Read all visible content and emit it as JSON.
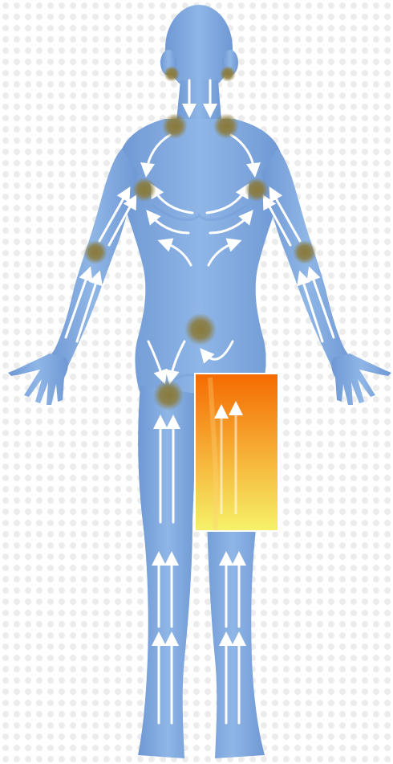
{
  "figure": {
    "body_color": "#8fb6e6",
    "body_shade": "#6f98d4",
    "body_highlight": "#cfe2f8",
    "arrow_color": "#ffffff",
    "node_color": "#8a7a3a",
    "highlight_gradient_top": "#f56a00",
    "highlight_gradient_bottom": "#f6f26a",
    "highlight_border": "#ffffff"
  },
  "lymph_nodes": [
    {
      "id": "ear-left"
    },
    {
      "id": "ear-right"
    },
    {
      "id": "neck-left"
    },
    {
      "id": "neck-right"
    },
    {
      "id": "armpit-left"
    },
    {
      "id": "armpit-right"
    },
    {
      "id": "elbow-left"
    },
    {
      "id": "elbow-right"
    },
    {
      "id": "abdomen"
    },
    {
      "id": "groin-left"
    }
  ],
  "highlighted_region": "right-thigh"
}
